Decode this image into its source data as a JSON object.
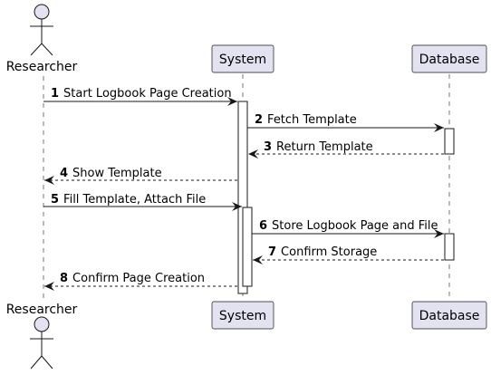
{
  "participants": {
    "researcher": {
      "label": "Researcher",
      "kind": "actor"
    },
    "system": {
      "label": "System",
      "kind": "participant"
    },
    "database": {
      "label": "Database",
      "kind": "participant"
    }
  },
  "messages": [
    {
      "num": "1",
      "text": "Start Logbook Page Creation",
      "from": "researcher",
      "to": "system",
      "style": "solid"
    },
    {
      "num": "2",
      "text": "Fetch Template",
      "from": "system",
      "to": "database",
      "style": "solid"
    },
    {
      "num": "3",
      "text": "Return Template",
      "from": "database",
      "to": "system",
      "style": "dashed"
    },
    {
      "num": "4",
      "text": "Show Template",
      "from": "system",
      "to": "researcher",
      "style": "dashed"
    },
    {
      "num": "5",
      "text": "Fill Template, Attach File",
      "from": "researcher",
      "to": "system",
      "style": "solid"
    },
    {
      "num": "6",
      "text": "Store Logbook Page and File",
      "from": "system",
      "to": "database",
      "style": "solid"
    },
    {
      "num": "7",
      "text": "Confirm Storage",
      "from": "database",
      "to": "system",
      "style": "dashed"
    },
    {
      "num": "8",
      "text": "Confirm Page Creation",
      "from": "system",
      "to": "researcher",
      "style": "dashed"
    }
  ],
  "colors": {
    "participant_fill": "#e2e2f0",
    "participant_stroke": "#181818",
    "lifeline": "#181818",
    "activation_fill": "#ffffff",
    "arrow": "#181818"
  }
}
